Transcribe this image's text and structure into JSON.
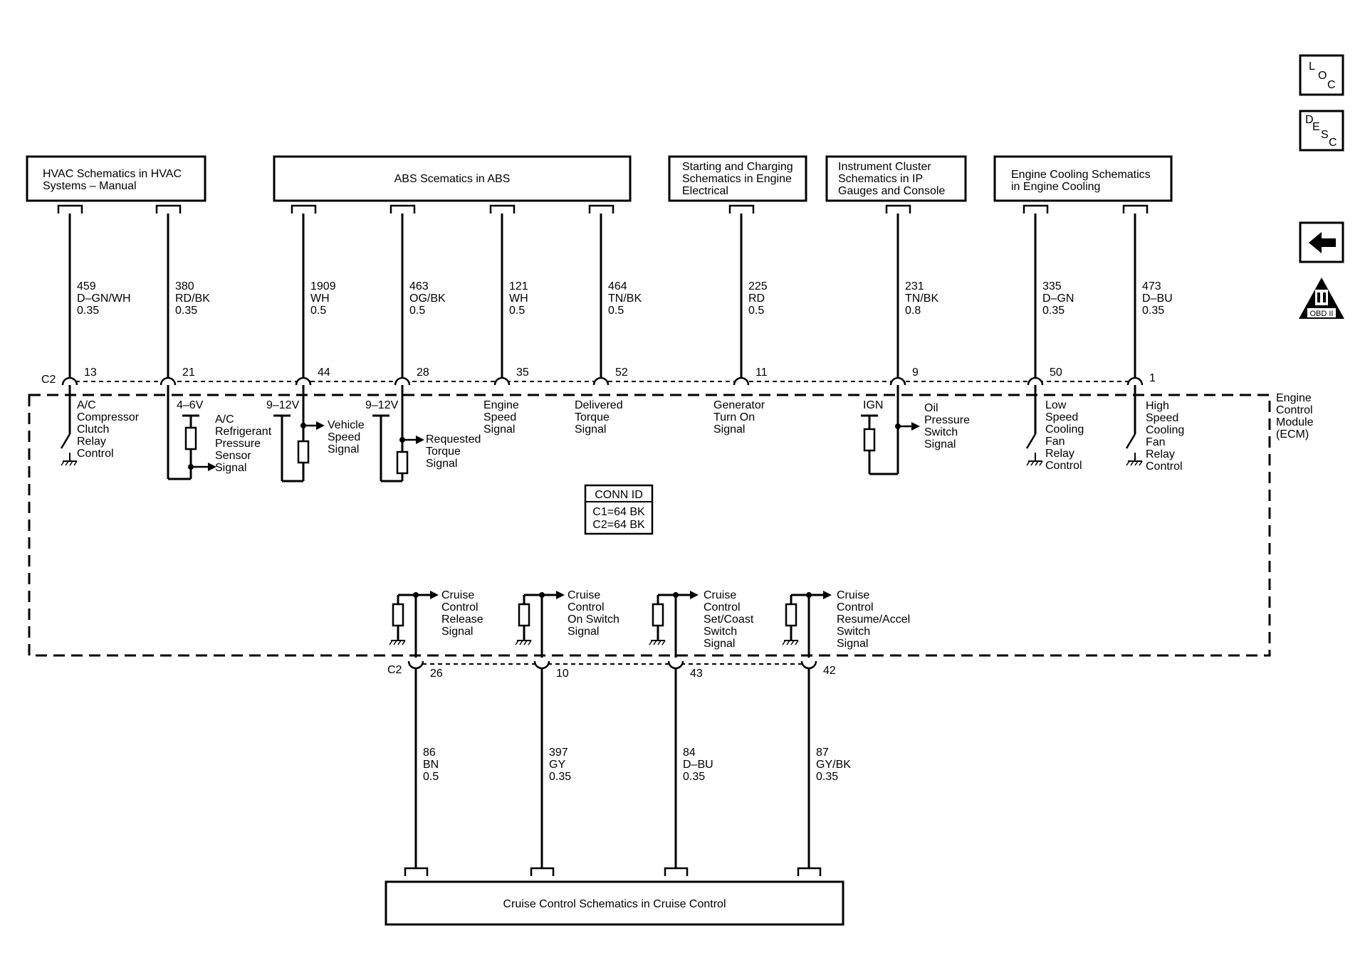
{
  "nav": {
    "loc": [
      "L",
      "O",
      "C"
    ],
    "desc": [
      "D",
      "E",
      "S",
      "C"
    ],
    "obd_numeral": "II",
    "obd_caption": "OBD II"
  },
  "top_boxes": [
    {
      "lines": [
        "HVAC Schematics in HVAC",
        "Systems – Manual"
      ]
    },
    {
      "lines": [
        "ABS Scematics in ABS"
      ]
    },
    {
      "lines": [
        "Starting and Charging",
        "Schematics in Engine",
        "Electrical"
      ]
    },
    {
      "lines": [
        "Instrument Cluster",
        "Schematics in IP",
        "Gauges and Console"
      ]
    },
    {
      "lines": [
        "Engine Cooling Schematics",
        "in Engine Cooling"
      ]
    }
  ],
  "bottom_box": {
    "lines": [
      "Cruise Control Schematics in Cruise Control"
    ]
  },
  "connector_top_label": "C2",
  "connector_bottom_label": "C2",
  "module_label": [
    "Engine",
    "Control",
    "Module",
    "(ECM)"
  ],
  "top_circuits": [
    {
      "circuit": "459",
      "color": "D–GN/WH",
      "gauge": "0.35",
      "pin": "13",
      "function": [
        "A/C",
        "Compressor",
        "Clutch",
        "Relay",
        "Control"
      ]
    },
    {
      "circuit": "380",
      "color": "RD/BK",
      "gauge": "0.35",
      "pin": "21",
      "voltage": "4–6V",
      "function": [
        "A/C",
        "Refrigerant",
        "Pressure",
        "Sensor",
        "Signal"
      ]
    },
    {
      "circuit": "1909",
      "color": "WH",
      "gauge": "0.5",
      "pin": "44",
      "voltage": "9–12V",
      "function": [
        "Vehicle",
        "Speed",
        "Signal"
      ]
    },
    {
      "circuit": "463",
      "color": "OG/BK",
      "gauge": "0.5",
      "pin": "28",
      "voltage": "9–12V",
      "function": [
        "Requested",
        "Torque",
        "Signal"
      ]
    },
    {
      "circuit": "121",
      "color": "WH",
      "gauge": "0.5",
      "pin": "35",
      "function": [
        "Engine",
        "Speed",
        "Signal"
      ]
    },
    {
      "circuit": "464",
      "color": "TN/BK",
      "gauge": "0.5",
      "pin": "52",
      "function": [
        "Delivered",
        "Torque",
        "Signal"
      ]
    },
    {
      "circuit": "225",
      "color": "RD",
      "gauge": "0.5",
      "pin": "11",
      "function": [
        "Generator",
        "Turn On",
        "Signal"
      ]
    },
    {
      "circuit": "231",
      "color": "TN/BK",
      "gauge": "0.8",
      "pin": "9",
      "voltage": "IGN",
      "function": [
        "Oil",
        "Pressure",
        "Switch",
        "Signal"
      ]
    },
    {
      "circuit": "335",
      "color": "D–GN",
      "gauge": "0.35",
      "pin": "50",
      "function": [
        "Low",
        "Speed",
        "Cooling",
        "Fan",
        "Relay",
        "Control"
      ]
    },
    {
      "circuit": "473",
      "color": "D–BU",
      "gauge": "0.35",
      "pin": "1",
      "function": [
        "High",
        "Speed",
        "Cooling",
        "Fan",
        "Relay",
        "Control"
      ]
    }
  ],
  "conn_id": {
    "title": "CONN ID",
    "lines": [
      "C1=64 BK",
      "C2=64 BK"
    ]
  },
  "bottom_circuits": [
    {
      "circuit": "86",
      "color": "BN",
      "gauge": "0.5",
      "pin": "26",
      "function": [
        "Cruise",
        "Control",
        "Release",
        "Signal"
      ]
    },
    {
      "circuit": "397",
      "color": "GY",
      "gauge": "0.35",
      "pin": "10",
      "function": [
        "Cruise",
        "Control",
        "On Switch",
        "Signal"
      ]
    },
    {
      "circuit": "84",
      "color": "D–BU",
      "gauge": "0.35",
      "pin": "43",
      "function": [
        "Cruise",
        "Control",
        "Set/Coast",
        "Switch",
        "Signal"
      ]
    },
    {
      "circuit": "87",
      "color": "GY/BK",
      "gauge": "0.35",
      "pin": "42",
      "function": [
        "Cruise",
        "Control",
        "Resume/Accel",
        "Switch",
        "Signal"
      ]
    }
  ]
}
